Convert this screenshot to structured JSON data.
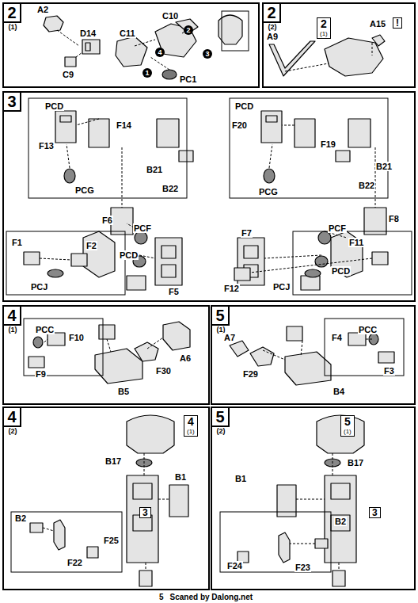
{
  "diagram": {
    "nodes": [
      {
        "text": [
          "2",
          "(1)"
        ]
      },
      {
        "text": [
          "2",
          "(2)"
        ]
      },
      {
        "text": [
          "2",
          "(1)"
        ],
        "in": 1
      },
      {
        "text": [
          "3"
        ]
      },
      {
        "text": [
          "4",
          "(1)"
        ]
      },
      {
        "text": [
          "5",
          "(1)"
        ]
      },
      {
        "text": [
          "4",
          "(2)"
        ]
      },
      {
        "text": [
          "4",
          "(1)"
        ],
        "in": 6
      },
      {
        "text": [
          "5",
          "(2)"
        ]
      },
      {
        "text": [
          "5",
          "(1)"
        ],
        "in": 8
      }
    ],
    "labels": [
      "A2",
      "D14",
      "C9",
      "C11",
      "C10",
      "PC1",
      "1",
      "2",
      "3",
      "4",
      "A9",
      "A15",
      "!",
      "PCD",
      "F14",
      "F13",
      "PCG",
      "B21",
      "B22",
      "F6",
      "PCF",
      "PCD",
      "F1",
      "F2",
      "PCJ",
      "F5",
      "PCD",
      "F20",
      "F19",
      "PCG",
      "B21",
      "B22",
      "F8",
      "PCF",
      "F7",
      "F11",
      "F12",
      "PCJ",
      "PCD",
      "PCC",
      "F10",
      "F9",
      "A6",
      "B5",
      "F30",
      "PCC",
      "F4",
      "F3",
      "A7",
      "F29",
      "B4",
      "B17",
      "B1",
      "3",
      "B2",
      "F25",
      "F22",
      "B1",
      "B17",
      "3",
      "B2",
      "F24",
      "F23",
      "5",
      "Scaned by Dalong.net"
    ]
  }
}
